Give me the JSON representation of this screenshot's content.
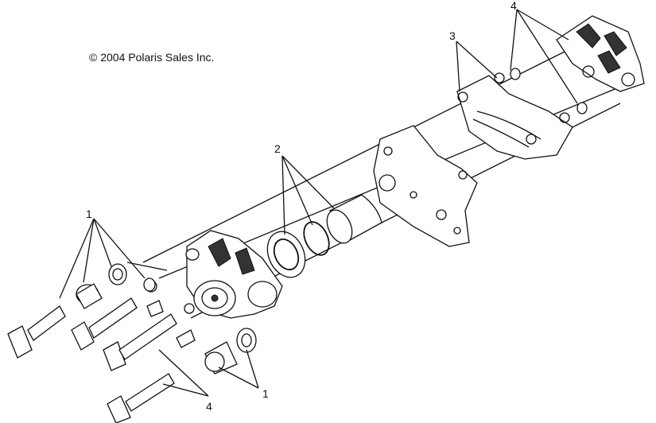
{
  "copyright": "© 2004 Polaris Sales Inc.",
  "callouts": [
    {
      "id": "one-top",
      "label": "1"
    },
    {
      "id": "one-bottom",
      "label": "1"
    },
    {
      "id": "two",
      "label": "2"
    },
    {
      "id": "three",
      "label": "3"
    },
    {
      "id": "four-top",
      "label": "4"
    },
    {
      "id": "four-bottom",
      "label": "4"
    }
  ]
}
